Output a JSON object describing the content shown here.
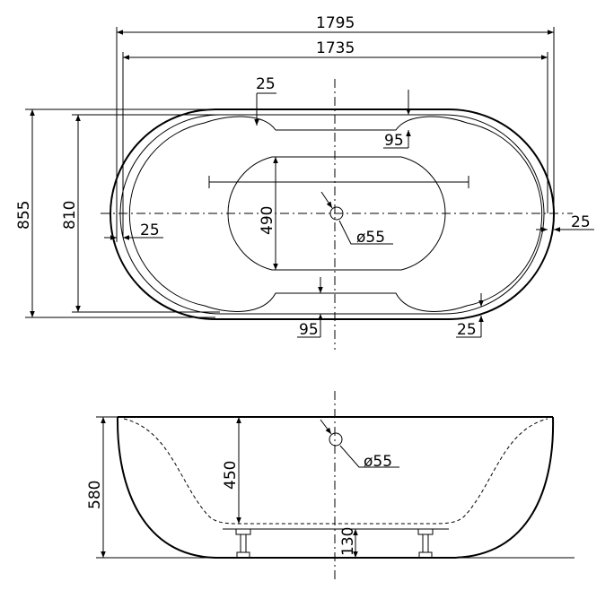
{
  "top_view": {
    "overall_length": "1795",
    "inner_length": "1735",
    "overall_width": "855",
    "inner_width": "810",
    "basin_width": "490",
    "rim_top_left": "25",
    "rim_left": "25",
    "rim_right": "25",
    "rim_bottom_right": "25",
    "waist_top": "95",
    "waist_bottom": "95",
    "drain": "ø55"
  },
  "side_view": {
    "height": "580",
    "inner_depth": "450",
    "feet": "130",
    "drain": "ø55"
  }
}
